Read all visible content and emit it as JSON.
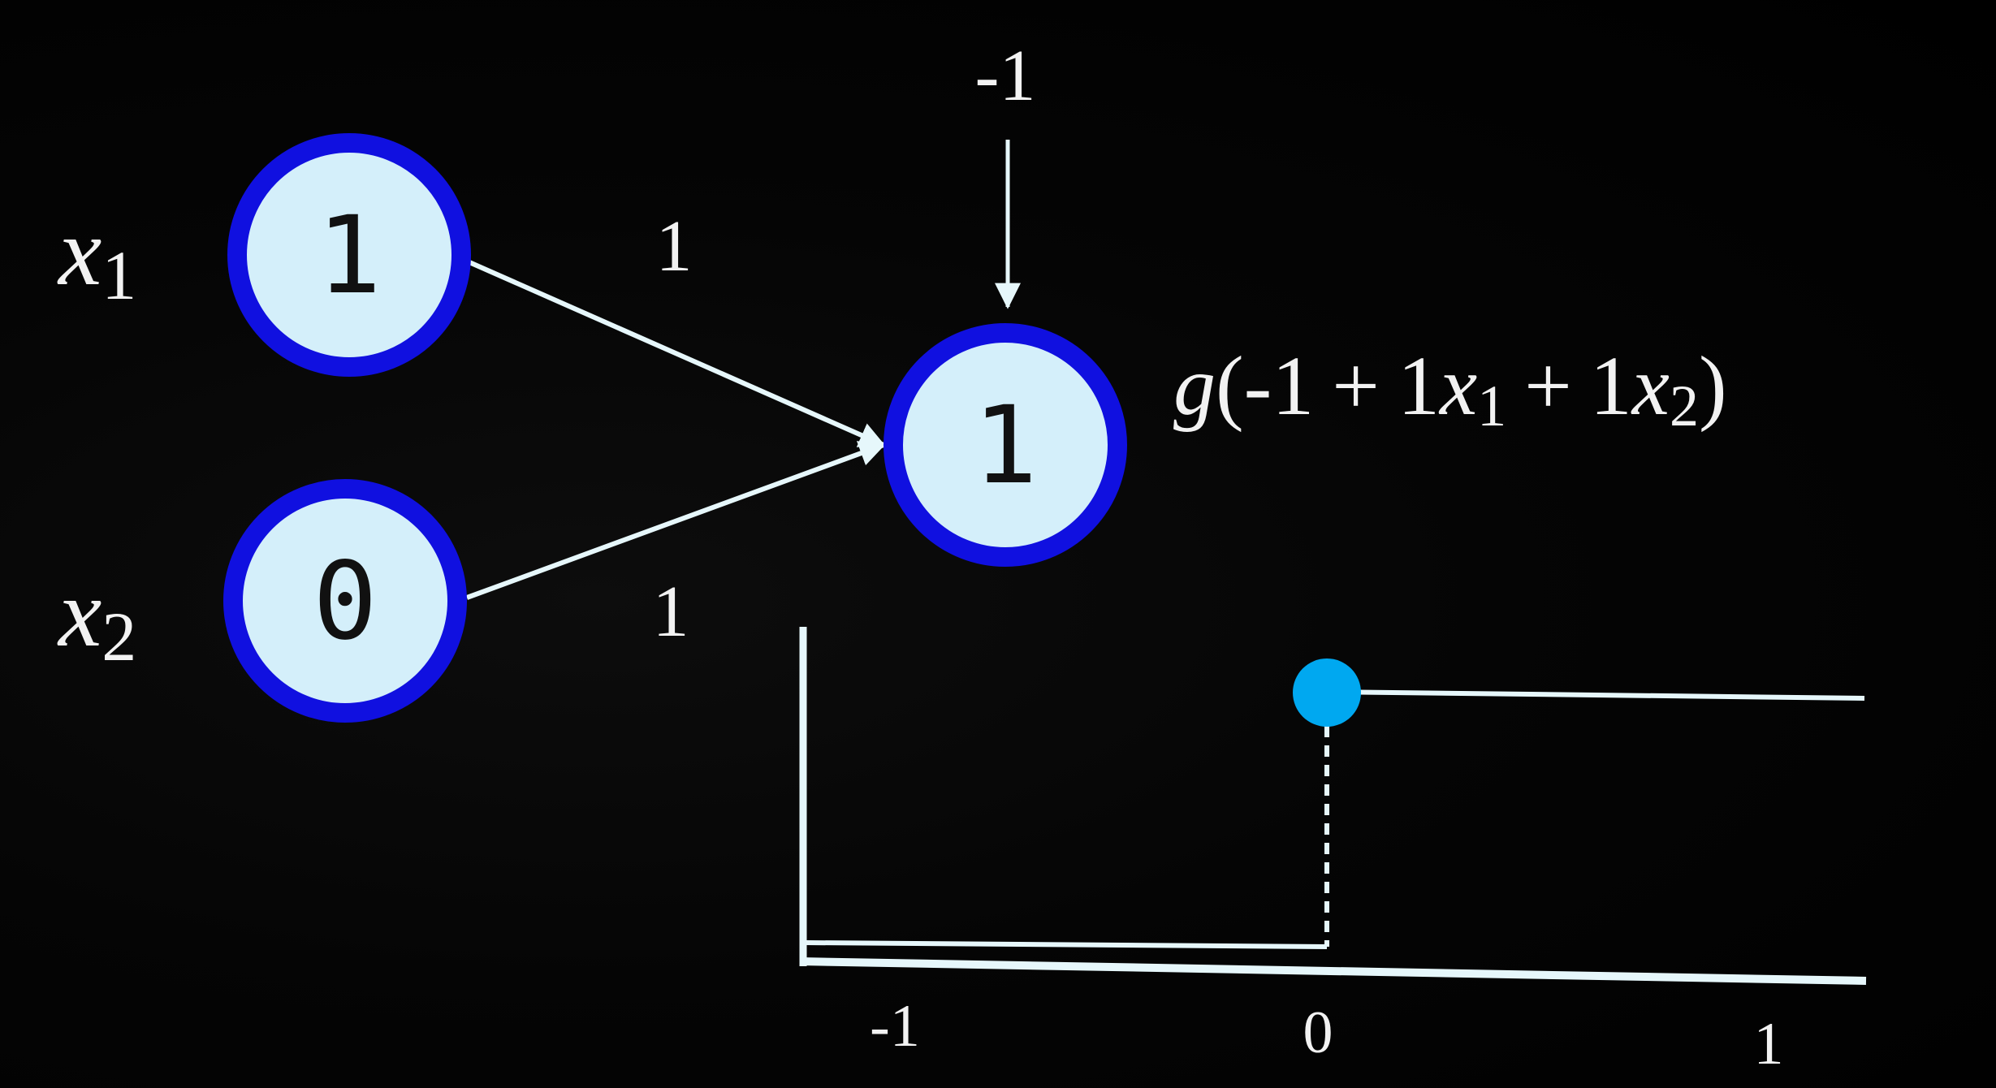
{
  "colors": {
    "background": "#000000",
    "node_ring": "#1010e0",
    "node_fill": "#d4effa",
    "node_text": "#111111",
    "line": "#e6f7fb",
    "text": "#f2f2f2",
    "threshold_point": "#00a8f0"
  },
  "inputs": [
    {
      "var": "x",
      "sub": "1",
      "value": "1"
    },
    {
      "var": "x",
      "sub": "2",
      "value": "0"
    }
  ],
  "weights": [
    "1",
    "1"
  ],
  "bias": "-1",
  "output": {
    "value": "1"
  },
  "formula": {
    "fn": "g",
    "open": "(",
    "bias": "-1",
    "plus": "+",
    "w1": "1",
    "x1_var": "x",
    "x1_sub": "1",
    "w2": "1",
    "x2_var": "x",
    "x2_sub": "2",
    "close": ")"
  },
  "step_graph": {
    "x_ticks": [
      "-1",
      "0",
      "1"
    ],
    "threshold": 0,
    "low": 0,
    "high": 1
  }
}
